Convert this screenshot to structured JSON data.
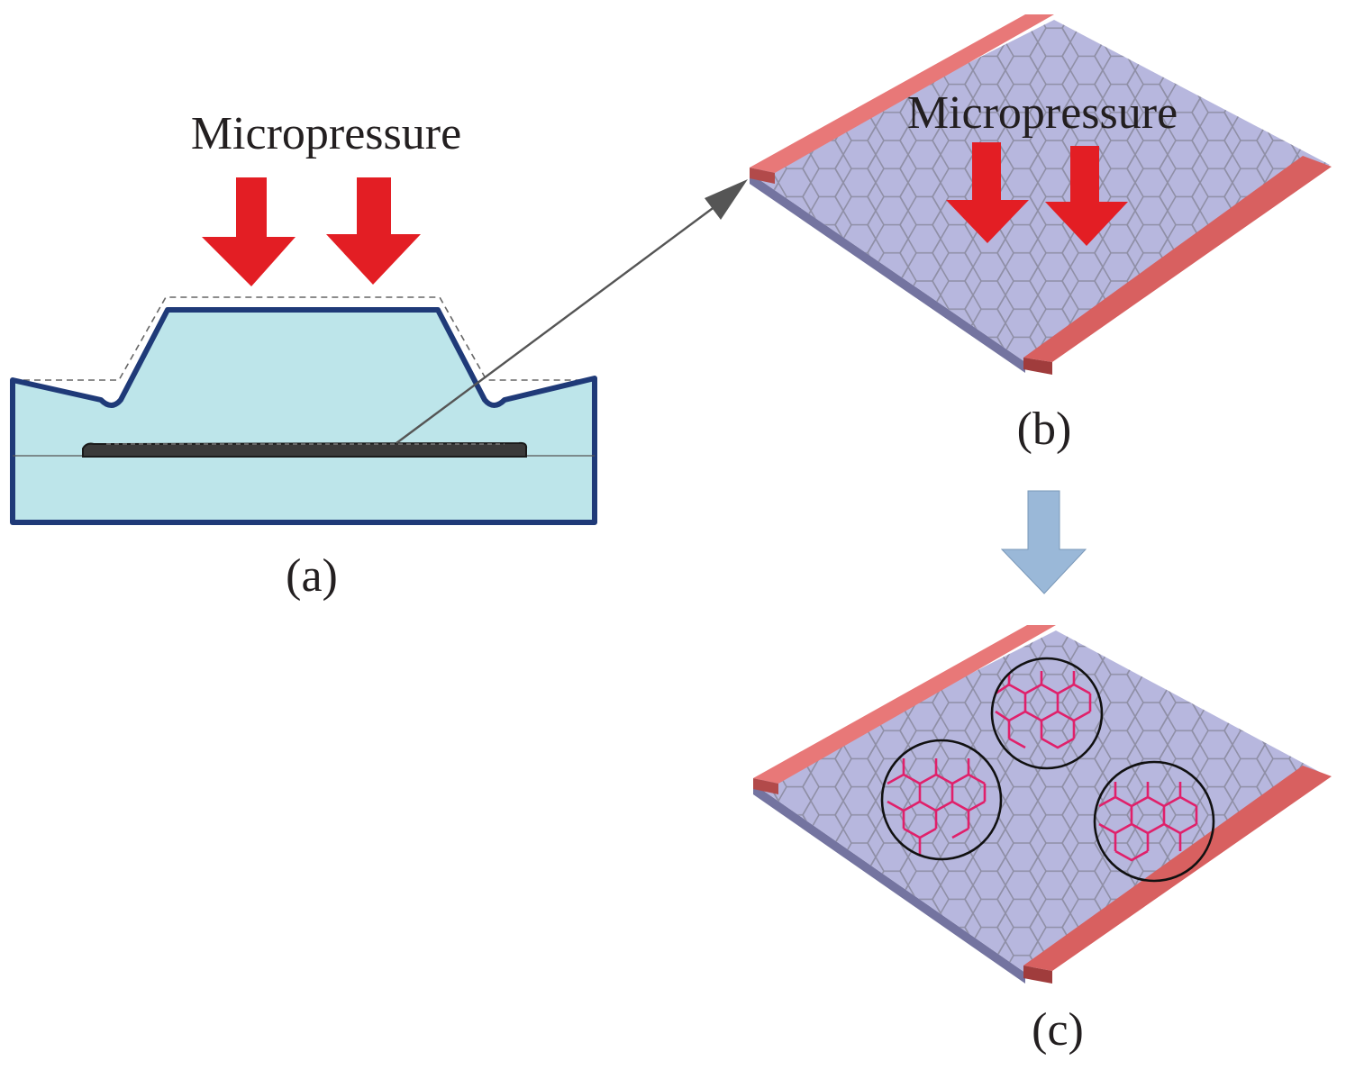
{
  "panel_a": {
    "title": "Micropressure",
    "caption": "(a)",
    "fill_color": "#bde5ea",
    "outline_color": "#1f3a78"
  },
  "panel_b": {
    "title": "Micropressure",
    "caption": "(b)",
    "sheet_color": "#b7b7de",
    "electrode_color": "#e87878"
  },
  "panel_c": {
    "caption": "(c)",
    "crack_color": "#e0206a"
  },
  "arrows": {
    "pressure_color": "#e31e24",
    "transition_color": "#9ab8d8",
    "pointer_color": "#555555"
  }
}
